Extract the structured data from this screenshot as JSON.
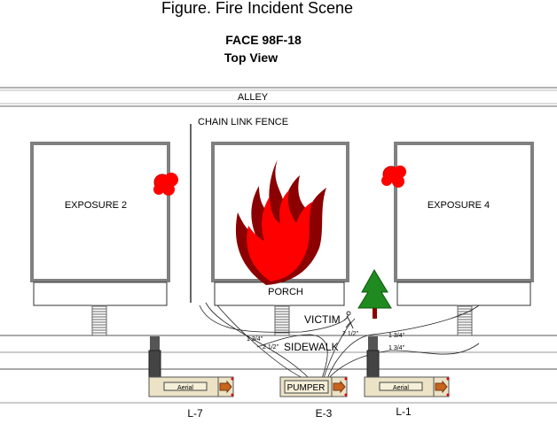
{
  "title": "Figure.  Fire Incident Scene",
  "subtitle": "FACE 98F-18",
  "view": "Top View",
  "labels": {
    "alley": "ALLEY",
    "fence": "CHAIN LINK FENCE",
    "exposure2": "EXPOSURE 2",
    "exposure4": "EXPOSURE 4",
    "porch": "PORCH",
    "victim": "VICTIM",
    "sidewalk": "SIDEWALK"
  },
  "hoses": {
    "h1": "1 3/4\"",
    "h2": "2 1/2\"",
    "h3": "2 1/2\"",
    "h4": "1 3/4\"",
    "h5": "1 3/4\""
  },
  "apparatus": [
    {
      "id": "L-7",
      "body_label": "Aerial"
    },
    {
      "id": "E-3",
      "body_label": "PUMPER"
    },
    {
      "id": "L-1",
      "body_label": "Aerial"
    }
  ],
  "colors": {
    "fire": "#ff0000",
    "fire_dark": "#8b0000",
    "truck": "#ece3c6",
    "tree": "#1f7a1f",
    "wall": "#808080"
  }
}
